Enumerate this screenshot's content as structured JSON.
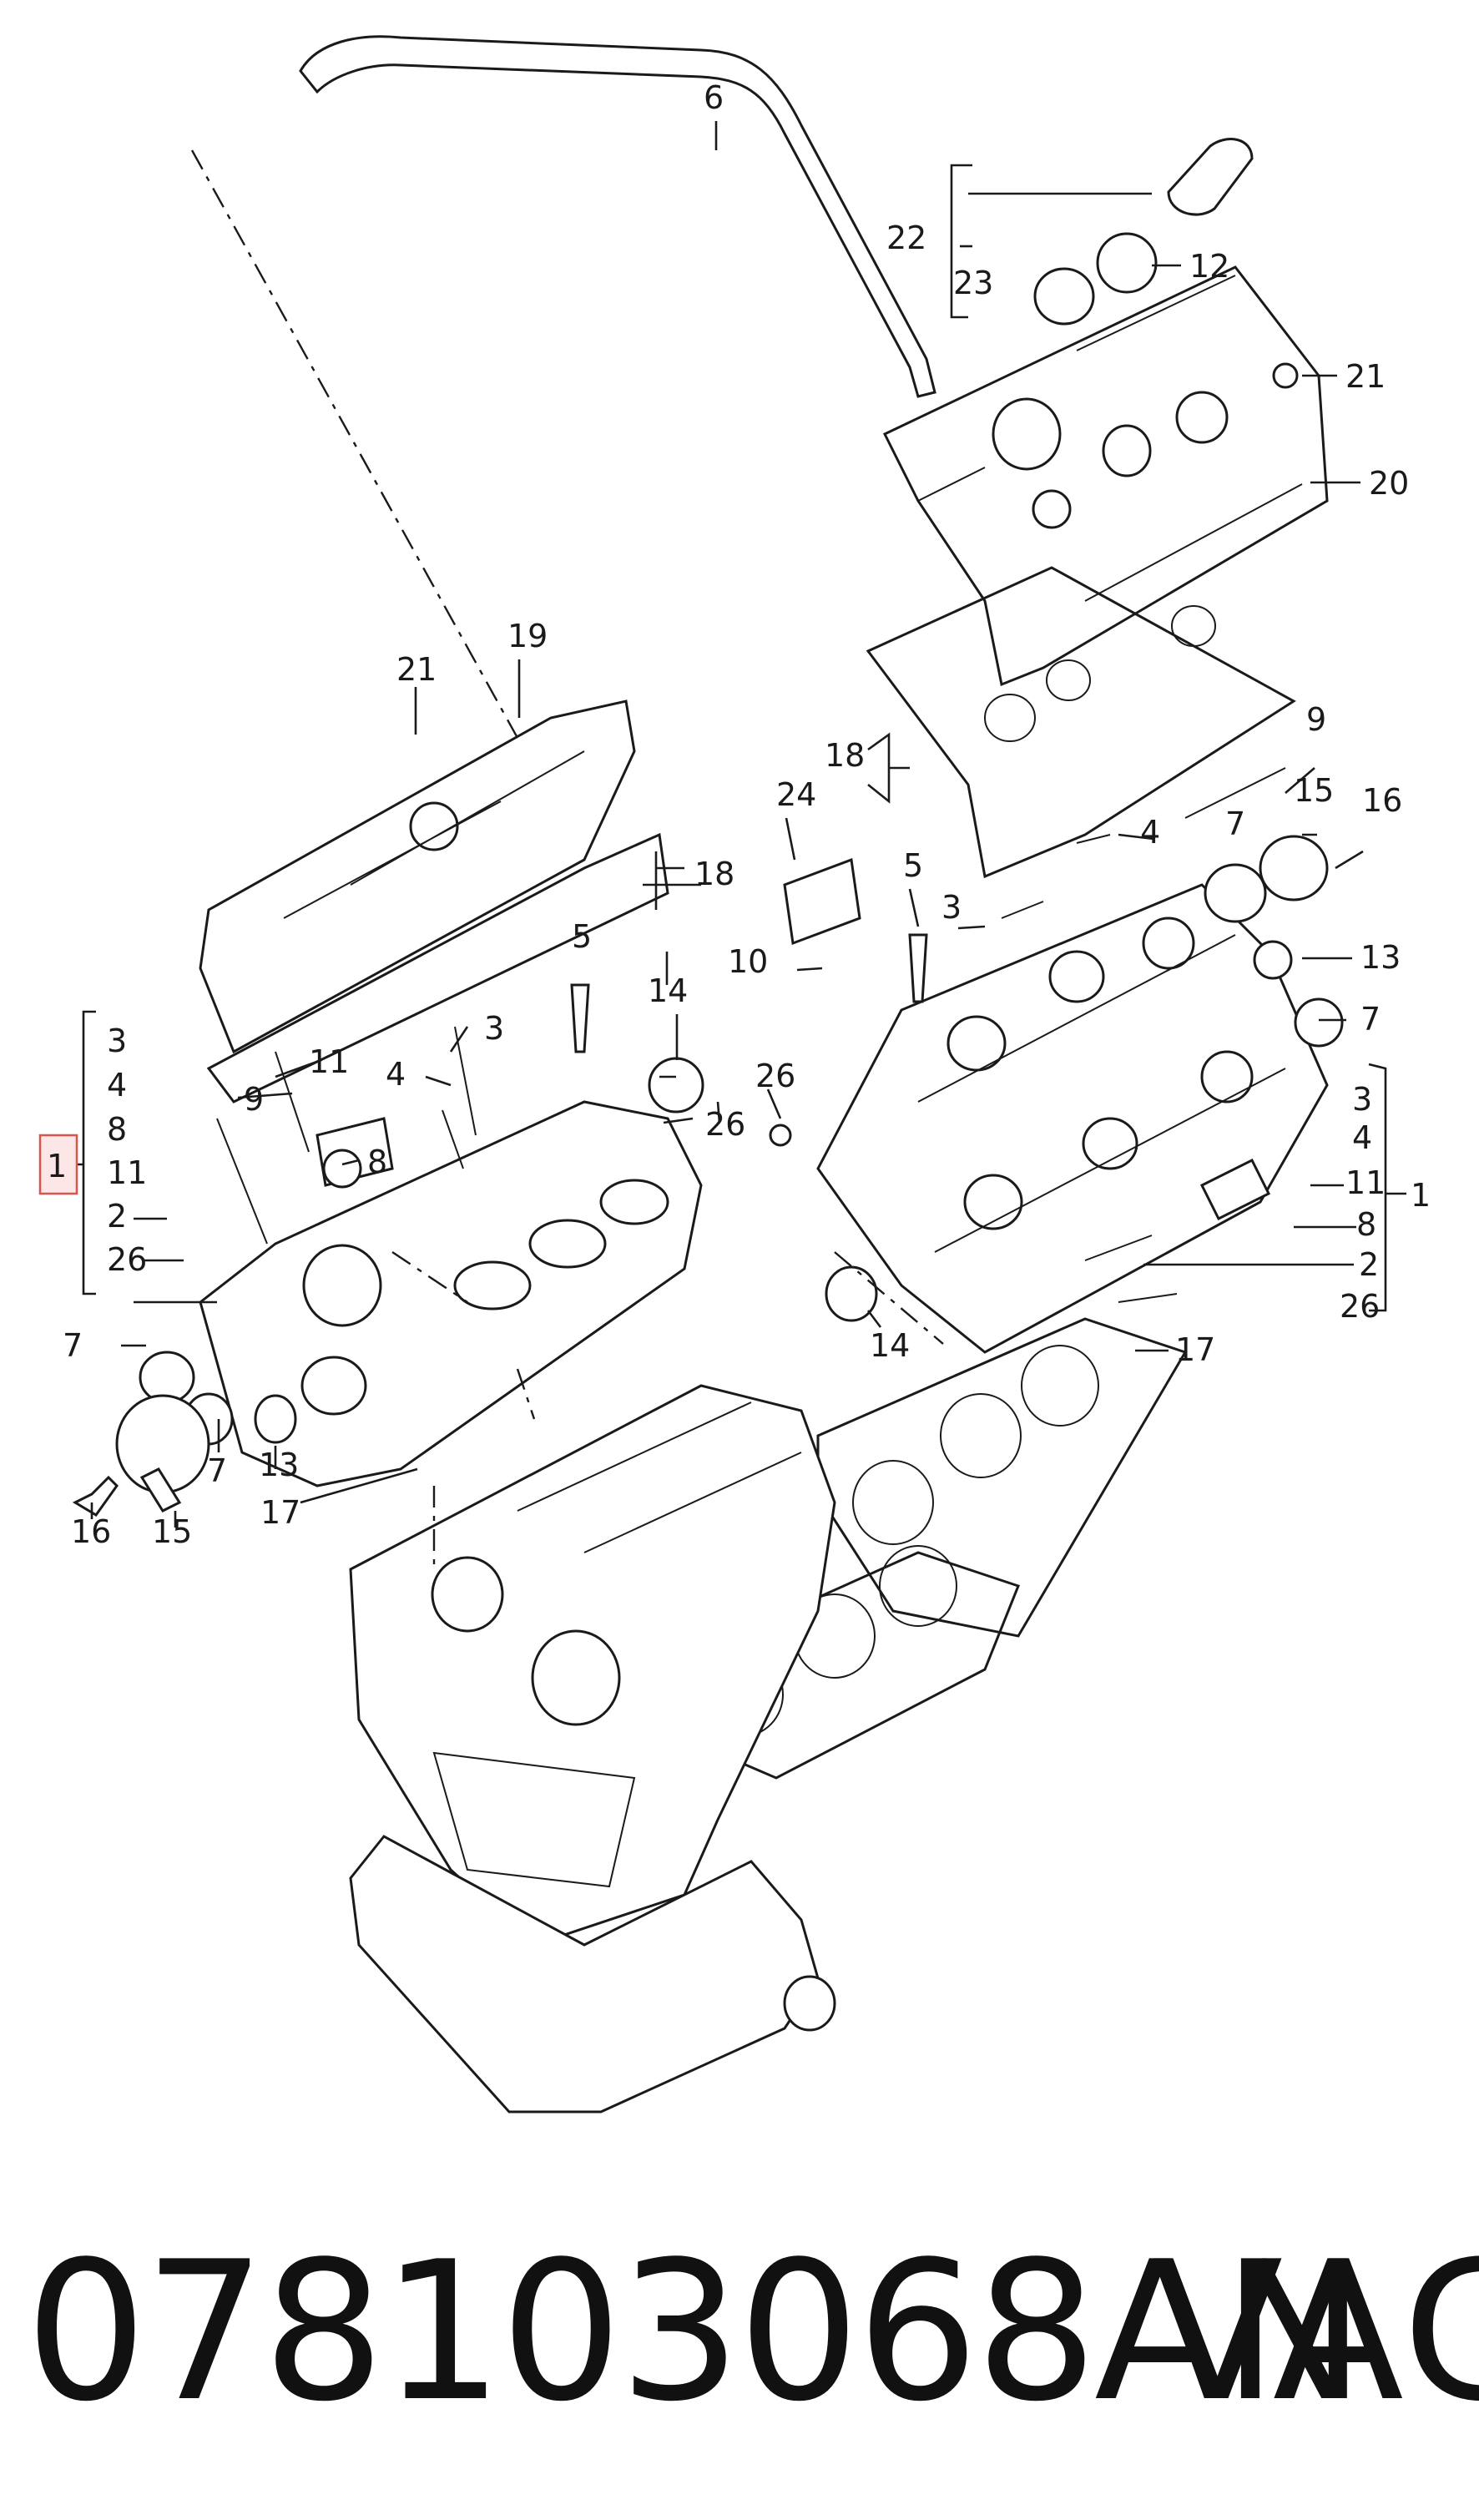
{
  "callouts": {
    "n1": "1",
    "n2": "2",
    "n3": "3",
    "n4": "4",
    "n5": "5",
    "n6": "6",
    "n7": "7",
    "n8": "8",
    "n9": "9",
    "n10": "10",
    "n11": "11",
    "n12": "12",
    "n13": "13",
    "n14": "14",
    "n15": "15",
    "n16": "16",
    "n17": "17",
    "n18": "18",
    "n19": "19",
    "n20": "20",
    "n21": "21",
    "n22": "22",
    "n23": "23",
    "n24": "24",
    "n26": "26"
  },
  "caption": {
    "part_number": "078103068AN",
    "brand": "VAG"
  },
  "highlight_color": "#d9534f"
}
